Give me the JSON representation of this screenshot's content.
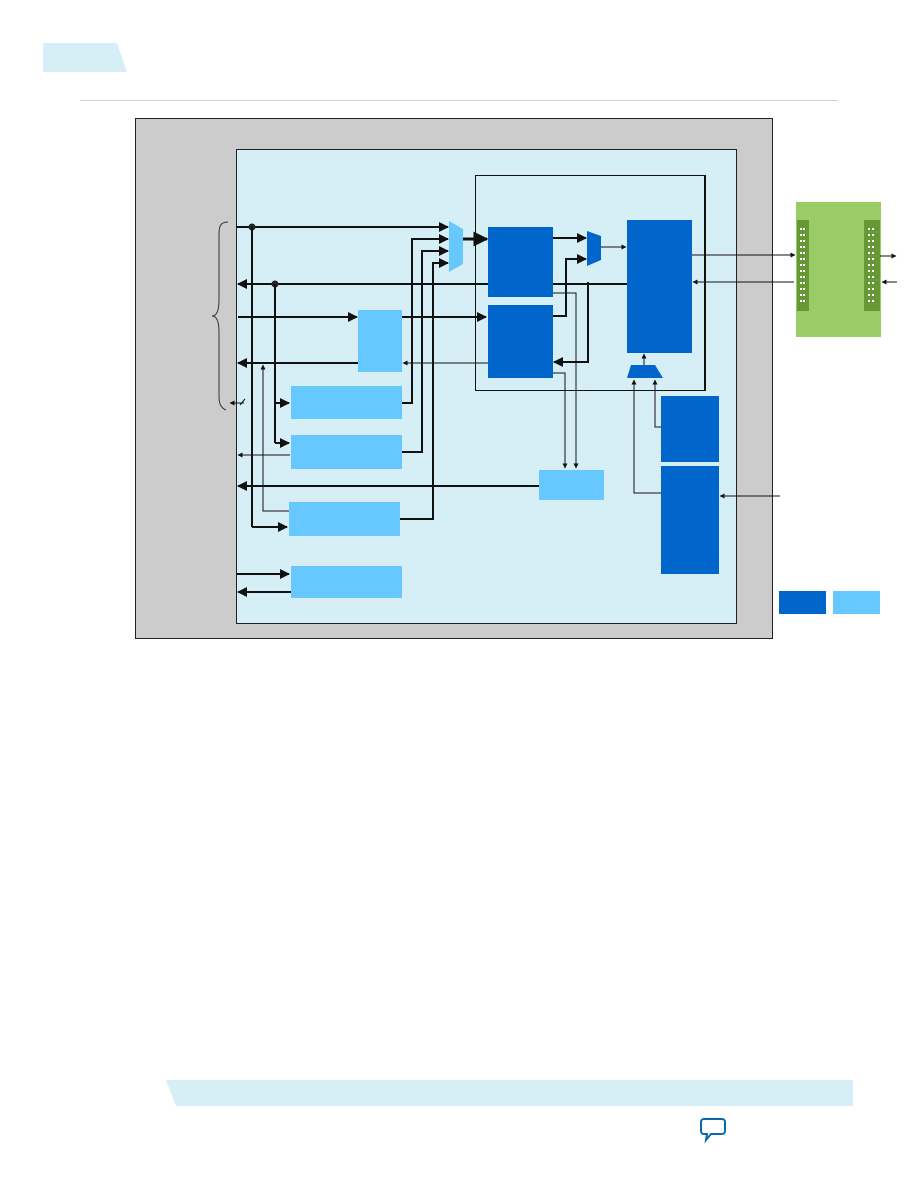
{
  "page": {
    "header_tab_color": "#d6eef6",
    "footer_band_color": "#d6eef6",
    "feedback_icon": "speech-bubble-icon",
    "feedback_icon_color": "#0a69a8"
  },
  "diagram": {
    "colors": {
      "outer_frame": "#cccccc",
      "inner_panel": "#d6eef6",
      "dark_block": "#0066cc",
      "light_block": "#66c8ff",
      "board": "#99cc66",
      "connector": "#669933",
      "line": "#111111"
    },
    "blocks": [
      {
        "id": "mux-input",
        "kind": "mux",
        "fill": "light"
      },
      {
        "id": "block-upper-dark",
        "kind": "block",
        "fill": "dark"
      },
      {
        "id": "block-lower-dark",
        "kind": "block",
        "fill": "dark"
      },
      {
        "id": "mux-small",
        "kind": "mux",
        "fill": "dark"
      },
      {
        "id": "block-tall-dark",
        "kind": "block",
        "fill": "dark"
      },
      {
        "id": "mux-bottom",
        "kind": "mux",
        "fill": "dark"
      },
      {
        "id": "block-side-upper",
        "kind": "block",
        "fill": "dark"
      },
      {
        "id": "block-side-lower",
        "kind": "block",
        "fill": "dark"
      },
      {
        "id": "block-small-light",
        "kind": "block",
        "fill": "light"
      },
      {
        "id": "block-wide-1",
        "kind": "block",
        "fill": "light"
      },
      {
        "id": "block-wide-2",
        "kind": "block",
        "fill": "light"
      },
      {
        "id": "block-wide-3",
        "kind": "block",
        "fill": "light"
      },
      {
        "id": "block-wide-4",
        "kind": "block",
        "fill": "light"
      },
      {
        "id": "block-mid-light",
        "kind": "block",
        "fill": "light"
      }
    ],
    "legend": [
      {
        "id": "legend-dark",
        "fill": "dark"
      },
      {
        "id": "legend-light",
        "fill": "light"
      }
    ],
    "external_board": {
      "id": "daughter-card",
      "connectors": 2
    }
  }
}
